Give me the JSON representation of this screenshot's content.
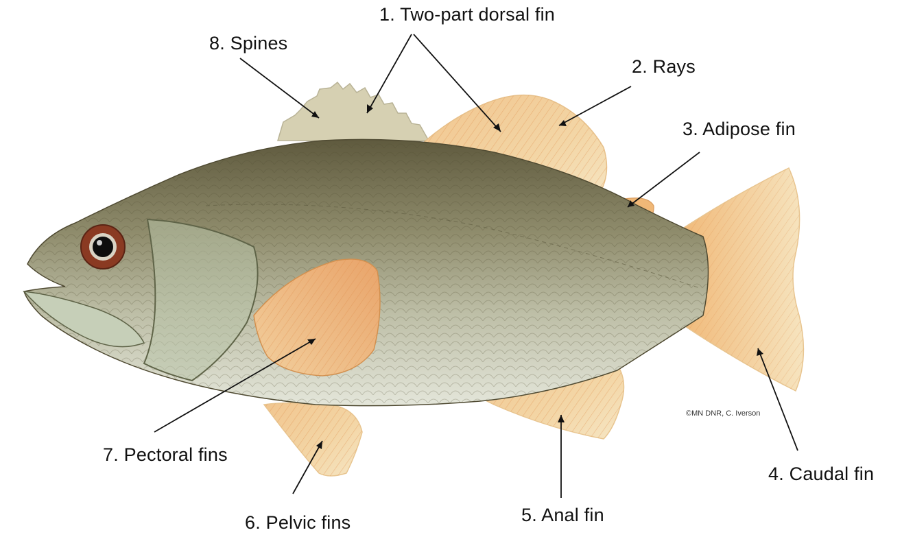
{
  "diagram": {
    "labels": {
      "dorsal": "1. Two-part dorsal fin",
      "rays": "2. Rays",
      "adipose": "3. Adipose fin",
      "caudal": "4. Caudal fin",
      "anal": "5. Anal fin",
      "pelvic": "6. Pelvic fins",
      "pectoral": "7. Pectoral fins",
      "spines": "8. Spines"
    },
    "credit": "©MN DNR, C. Iverson"
  },
  "colors": {
    "body_dark": "#6f6a4a",
    "body_mid": "#a9a88a",
    "belly": "#e6e8dc",
    "fin_orange": "#f0b877",
    "fin_pale": "#f4dcaa",
    "spine_fin": "#d9d3b6",
    "eye_ring": "#8a3a22",
    "line": "#111111"
  }
}
